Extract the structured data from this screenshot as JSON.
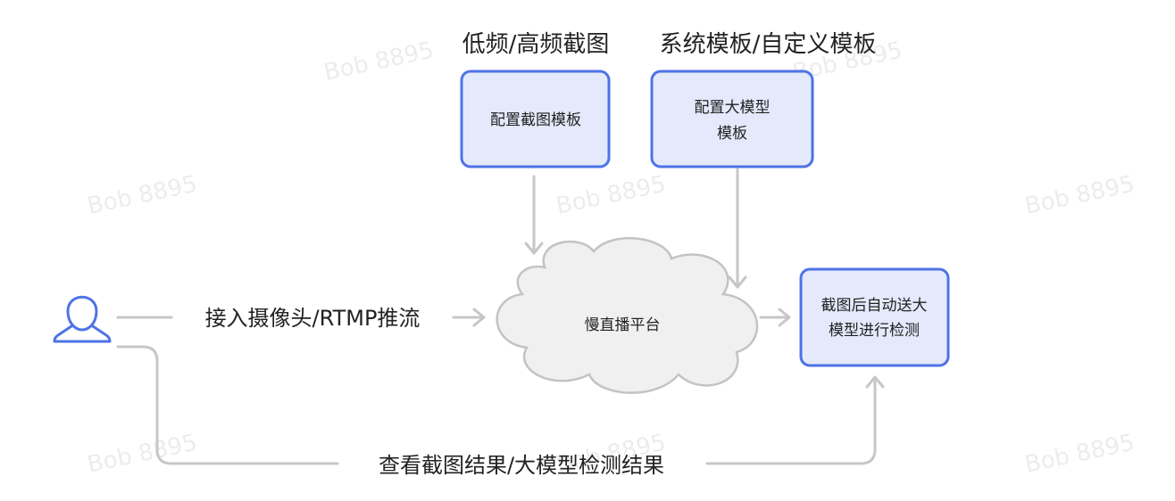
{
  "watermark": "Bob 8895",
  "colors": {
    "node_fill": "#e4e9fb",
    "node_border": "#4d73e6",
    "edge": "#c7c7c7",
    "cloud_fill": "#f0f0f0",
    "user_icon": "#4d73e6"
  },
  "titles": {
    "screenshot": "低频/高频截图",
    "model": "系统模板/自定义模板"
  },
  "nodes": {
    "screenshot_template": "配置截图模板",
    "model_template": [
      "配置大模型",
      "模板"
    ],
    "platform": "慢直播平台",
    "detection": [
      "截图后自动送大",
      "模型进行检测"
    ]
  },
  "edges": {
    "camera_push": "接入摄像头/RTMP推流",
    "view_results": "查看截图结果/大模型检测结果"
  },
  "icons": {
    "user": "user-icon"
  }
}
